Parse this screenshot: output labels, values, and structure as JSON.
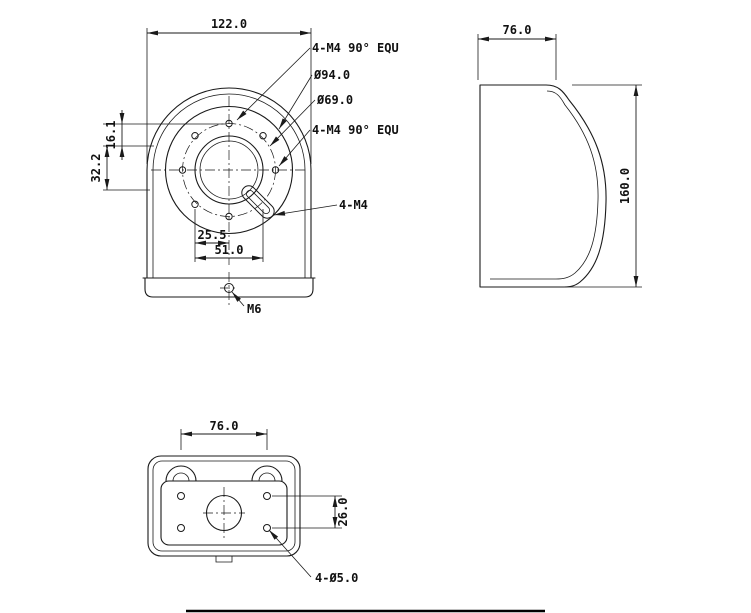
{
  "colors": {
    "line": "#1a1a1a",
    "background": "#ffffff"
  },
  "front_view": {
    "dim_width": "122.0",
    "dim_offset_small": "16.1",
    "dim_offset_large": "32.2",
    "dim_slot_offset": "25.5",
    "dim_hole_span": "51.0",
    "label_holes_top": "4-M4 90° EQU",
    "label_dia_outer": "Ø94.0",
    "label_dia_bolt": "Ø69.0",
    "label_holes_mid": "4-M4 90° EQU",
    "label_holes_slot": "4-M4",
    "label_center_thread": "M6"
  },
  "side_view": {
    "dim_depth": "76.0",
    "dim_height": "160.0"
  },
  "bottom_view": {
    "dim_width": "76.0",
    "dim_spacing": "26.0",
    "label_holes": "4-Ø5.0"
  }
}
